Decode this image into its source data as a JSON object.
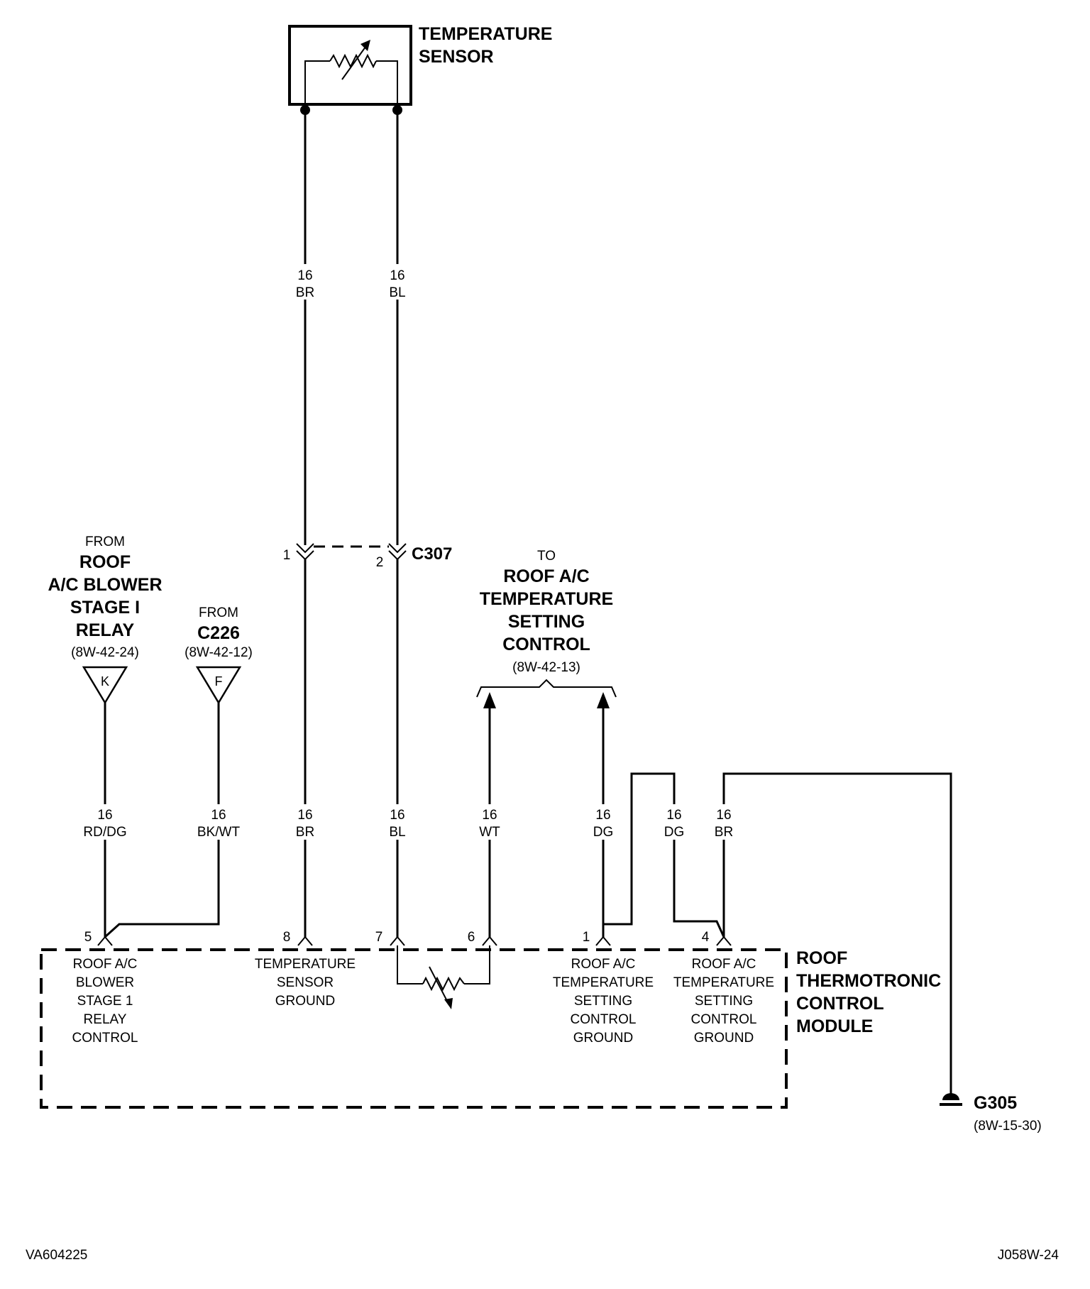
{
  "sensor": {
    "title_line1": "TEMPERATURE",
    "title_line2": "SENSOR"
  },
  "connector_c307": {
    "name": "C307",
    "pin_left": "1",
    "pin_right": "2"
  },
  "wires": {
    "upper_br": {
      "gauge": "16",
      "color": "BR"
    },
    "upper_bl": {
      "gauge": "16",
      "color": "BL"
    },
    "rd_dg": {
      "gauge": "16",
      "color": "RD/DG"
    },
    "bk_wt": {
      "gauge": "16",
      "color": "BK/WT"
    },
    "lower_br": {
      "gauge": "16",
      "color": "BR"
    },
    "lower_bl": {
      "gauge": "16",
      "color": "BL"
    },
    "wt": {
      "gauge": "16",
      "color": "WT"
    },
    "dg1": {
      "gauge": "16",
      "color": "DG"
    },
    "dg2": {
      "gauge": "16",
      "color": "DG"
    },
    "br_ground": {
      "gauge": "16",
      "color": "BR"
    }
  },
  "from_relay": {
    "from": "FROM",
    "line1": "ROOF",
    "line2": "A/C BLOWER",
    "line3": "STAGE I",
    "line4": "RELAY",
    "ref": "(8W-42-24)",
    "letter": "K"
  },
  "from_c226": {
    "from": "FROM",
    "line1": "C226",
    "ref": "(8W-42-12)",
    "letter": "F"
  },
  "to_control": {
    "to": "TO",
    "line1": "ROOF A/C",
    "line2": "TEMPERATURE",
    "line3": "SETTING",
    "line4": "CONTROL",
    "ref": "(8W-42-13)"
  },
  "module": {
    "title_line1": "ROOF",
    "title_line2": "THERMOTRONIC",
    "title_line3": "CONTROL",
    "title_line4": "MODULE",
    "pins": {
      "p5": "5",
      "p8": "8",
      "p7": "7",
      "p6": "6",
      "p1": "1",
      "p4": "4"
    },
    "label_relay": [
      "ROOF A/C",
      "BLOWER",
      "STAGE 1",
      "RELAY",
      "CONTROL"
    ],
    "label_sensor_ground": [
      "TEMPERATURE",
      "SENSOR",
      "GROUND"
    ],
    "label_setting_ground_a": [
      "ROOF A/C",
      "TEMPERATURE",
      "SETTING",
      "CONTROL",
      "GROUND"
    ],
    "label_setting_ground_b": [
      "ROOF A/C",
      "TEMPERATURE",
      "SETTING",
      "CONTROL",
      "GROUND"
    ]
  },
  "ground": {
    "name": "G305",
    "ref": "(8W-15-30)"
  },
  "footer": {
    "left": "VA604225",
    "right": "J058W-24"
  }
}
